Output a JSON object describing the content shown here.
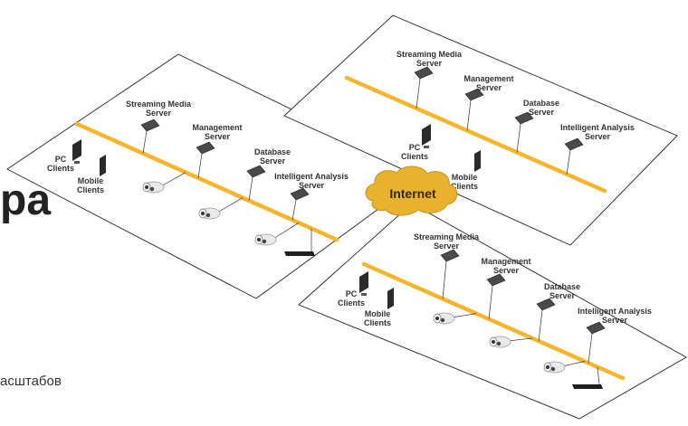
{
  "cloud": {
    "label": "Internet"
  },
  "colors": {
    "bus": "#f7b52c",
    "cloud": "#e8b22e",
    "device": "#4a4a4a",
    "outline": "#222222"
  },
  "nodes": {
    "streaming": [
      "Streaming Media",
      "Server"
    ],
    "management": [
      "Management",
      "Server"
    ],
    "database": [
      "Database",
      "Server"
    ],
    "analysis": [
      "Intelligent Analysis",
      "Server"
    ],
    "pc": [
      "PC",
      "Clients"
    ],
    "mobile": [
      "Mobile",
      "Clients"
    ]
  },
  "fragments": {
    "heading": "ра",
    "text": "асштабов"
  }
}
